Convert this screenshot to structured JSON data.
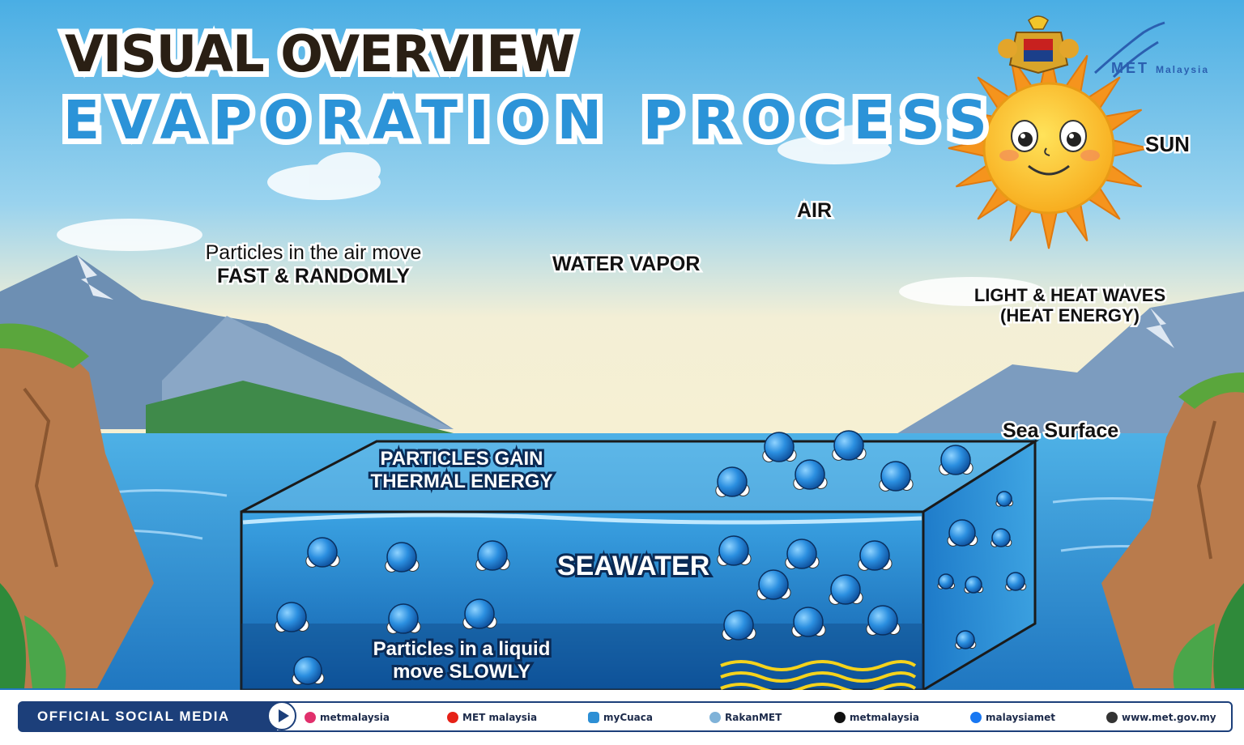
{
  "title": {
    "line1": "VISUAL OVERVIEW",
    "line2": "EVAPORATION PROCESS"
  },
  "labels": {
    "sun": "SUN",
    "air": "AIR",
    "water_vapor": "WATER VAPOR",
    "air_particles_line1": "Particles in the air move",
    "air_particles_line2": "FAST & RANDOMLY",
    "light_heat_line1": "LIGHT & HEAT WAVES",
    "light_heat_line2": "(HEAT ENERGY)",
    "sea_surface": "Sea Surface",
    "gain_line1": "PARTICLES GAIN",
    "gain_line2": "THERMAL ENERGY",
    "seawater": "SEAWATER",
    "liquid_line1": "Particles in a liquid",
    "liquid_line2": "move SLOWLY"
  },
  "logos": {
    "met_line1": "MET",
    "met_line2": "Malaysia"
  },
  "footer": {
    "label": "OFFICIAL SOCIAL MEDIA",
    "items": [
      {
        "icon": "instagram-icon",
        "text": "metmalaysia",
        "color": "#e1306c"
      },
      {
        "icon": "youtube-icon",
        "text": "MET malaysia",
        "color": "#e62117"
      },
      {
        "icon": "mycuaca-icon",
        "text": "myCuaca",
        "color": "#2d8fd5"
      },
      {
        "icon": "rakanmet-icon",
        "text": "RakanMET",
        "color": "#7fb2d8"
      },
      {
        "icon": "x-icon",
        "text": "metmalaysia",
        "color": "#111111"
      },
      {
        "icon": "facebook-icon",
        "text": "malaysiamet",
        "color": "#1877f2"
      },
      {
        "icon": "globe-icon",
        "text": "www.met.gov.my",
        "color": "#333333"
      }
    ]
  },
  "colors": {
    "sky_top": "#5fb8e6",
    "sea": "#2e8fd6",
    "footer_navy": "#1c3f7a",
    "sun": "#f7b21c"
  }
}
